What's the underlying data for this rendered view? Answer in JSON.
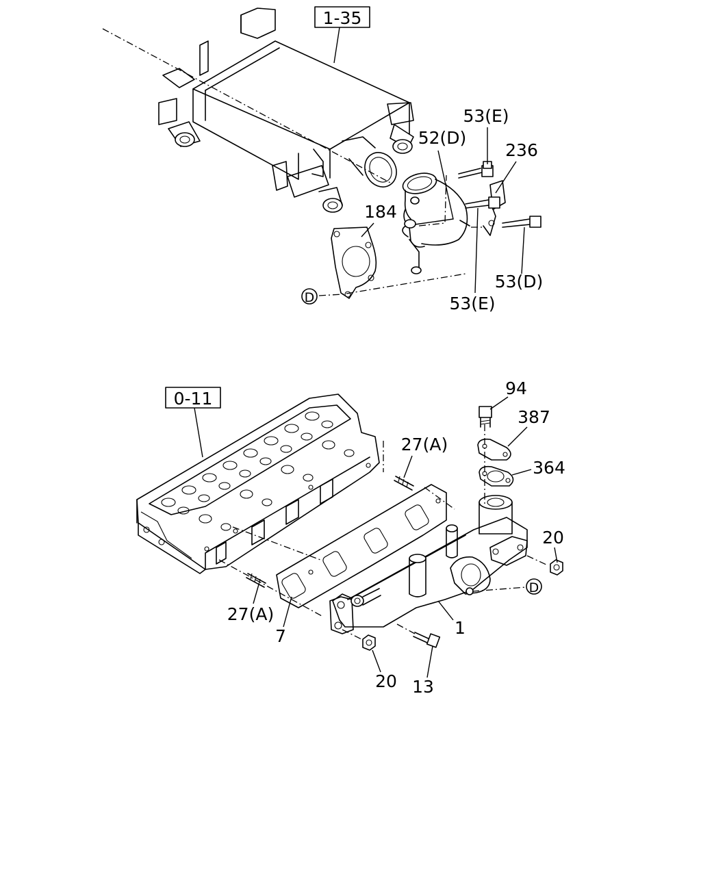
{
  "references": {
    "intercooler_ref": "1-35",
    "cylinder_head_ref": "0-11"
  },
  "marker": "D",
  "callouts": {
    "c_53E_top": "53(E)",
    "c_52D": "52(D)",
    "c_236": "236",
    "c_184": "184",
    "c_53D": "53(D)",
    "c_53E_bottom": "53(E)",
    "c_94": "94",
    "c_387": "387",
    "c_27A_top": "27(A)",
    "c_364": "364",
    "c_20_right": "20",
    "c_27A_left": "27(A)",
    "c_7": "7",
    "c_1": "1",
    "c_20_bottom": "20",
    "c_13": "13"
  }
}
